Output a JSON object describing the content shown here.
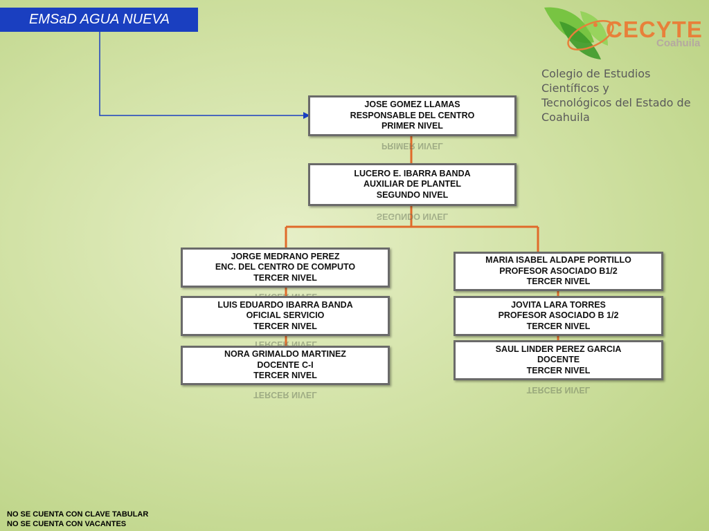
{
  "header": {
    "title": "EMSaD AGUA NUEVA"
  },
  "logo": {
    "brand": "CECYTE",
    "region": "Coahuila",
    "college_line1": "Colegio de Estudios Científicos y",
    "college_line2": "Tecnológicos del Estado de Coahuila"
  },
  "nodes": {
    "n1": {
      "name": "JOSE GOMEZ LLAMAS",
      "role": "RESPONSABLE DEL CENTRO",
      "level": "PRIMER NIVEL"
    },
    "n2": {
      "name": "LUCERO E. IBARRA BANDA",
      "role": "AUXILIAR DE PLANTEL",
      "level": "SEGUNDO NIVEL"
    },
    "n3": {
      "name": "JORGE MEDRANO PEREZ",
      "role": "ENC. DEL CENTRO DE COMPUTO",
      "level": "TERCER NIVEL"
    },
    "n4": {
      "name": "LUIS EDUARDO IBARRA BANDA",
      "role": "OFICIAL SERVICIO",
      "level": "TERCER NIVEL"
    },
    "n5": {
      "name": "NORA GRIMALDO MARTINEZ",
      "role": "DOCENTE C-I",
      "level": "TERCER NIVEL"
    },
    "n6": {
      "name": "MARIA ISABEL ALDAPE PORTILLO",
      "role": "PROFESOR ASOCIADO B1/2",
      "level": "TERCER NIVEL"
    },
    "n7": {
      "name": "JOVITA LARA TORRES",
      "role": "PROFESOR ASOCIADO B 1/2",
      "level": "TERCER NIVEL"
    },
    "n8": {
      "name": "SAUL LINDER PEREZ GARCIA",
      "role": "DOCENTE",
      "level": "TERCER NIVEL"
    }
  },
  "notes": {
    "line1": "NO SE CUENTA CON CLAVE TABULAR",
    "line2": "NO SE CUENTA CON VACANTES"
  },
  "colors": {
    "title_bg": "#1a3fc0",
    "connector_blue": "#1a3fc0",
    "connector_orange": "#e06a2a",
    "brand_orange": "#e8803a",
    "leaf_green": "#5fb030"
  }
}
